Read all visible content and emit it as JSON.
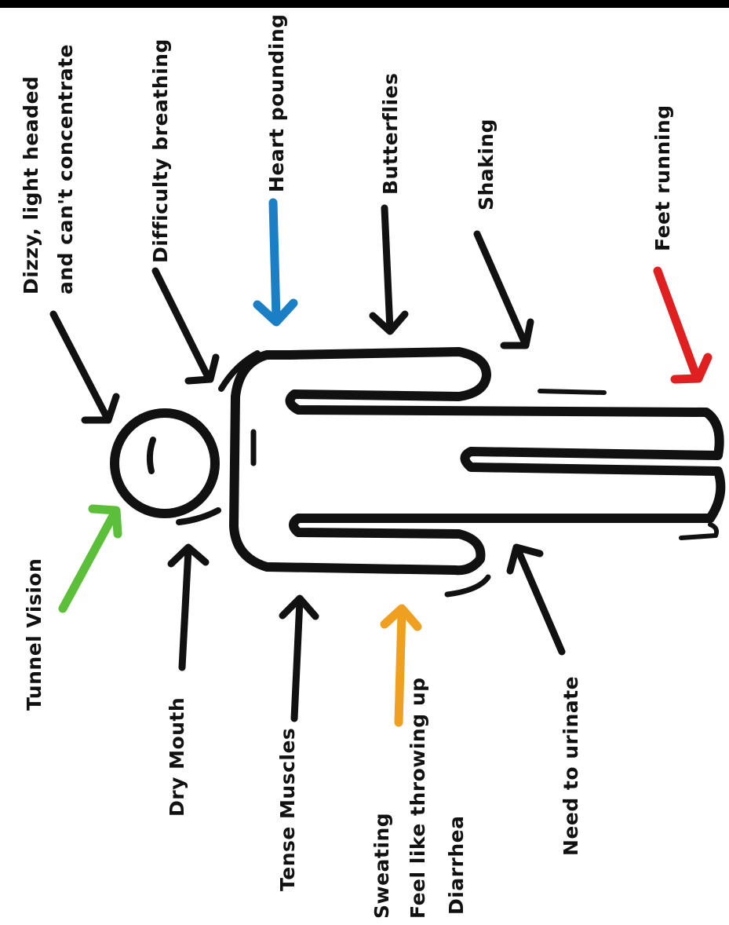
{
  "labels": {
    "dizzy_line1": "Dizzy, light headed",
    "dizzy_line2": "and can't concentrate",
    "breathing": "Difficulty breathing",
    "heart": "Heart pounding",
    "butterflies": "Butterflies",
    "shaking": "Shaking",
    "feet": "Feet running",
    "tunnel": "Tunnel Vision",
    "dry_mouth": "Dry Mouth",
    "tense": "Tense Muscles",
    "sweating": "Sweating",
    "throwing_up": "Feel like throwing up",
    "diarrhea": "Diarrhea",
    "urinate": "Need to urinate"
  },
  "colors": {
    "ink": "#111111",
    "heart_arrow": "#1a7fc4",
    "feet_arrow": "#e02020",
    "tunnel_arrow": "#5cbf3a",
    "sweat_arrow": "#f0a020"
  }
}
